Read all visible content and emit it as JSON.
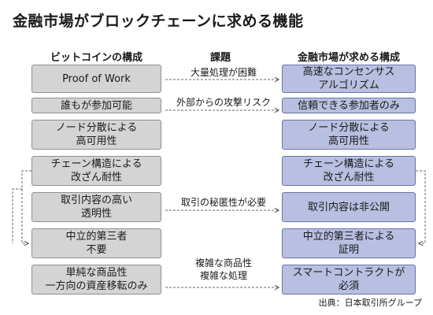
{
  "title": "金融市場がブロックチェーンに求める機能",
  "headers": {
    "left": "ビットコインの構成",
    "middle": "課題",
    "right": "金融市場が求める構成"
  },
  "rows": [
    {
      "left": "Proof of Work",
      "issue": "大量処理が困難",
      "right": "高速なコンセンサス\nアルゴリズム"
    },
    {
      "left": "誰もが参加可能",
      "issue": "外部からの攻撃リスク",
      "right": "信頼できる参加者のみ"
    },
    {
      "left": "ノード分散による\n高可用性",
      "issue": "",
      "right": "ノード分散による\n高可用性"
    },
    {
      "left": "チェーン構造による\n改ざん耐性",
      "issue": "",
      "right": "チェーン構造による\n改ざん耐性"
    },
    {
      "left": "取引内容の高い\n透明性",
      "issue": "取引の秘匿性が必要",
      "right": "取引内容は非公開"
    },
    {
      "left": "中立的第三者\n不要",
      "issue": "",
      "right": "中立的第三者による\n証明"
    },
    {
      "left": "単純な商品性\n一方向の資産移転のみ",
      "issue": "複雑な商品性\n複雑な処理",
      "right": "スマートコントラクトが\n必須"
    }
  ],
  "source": "出典：日本取引所グループ"
}
